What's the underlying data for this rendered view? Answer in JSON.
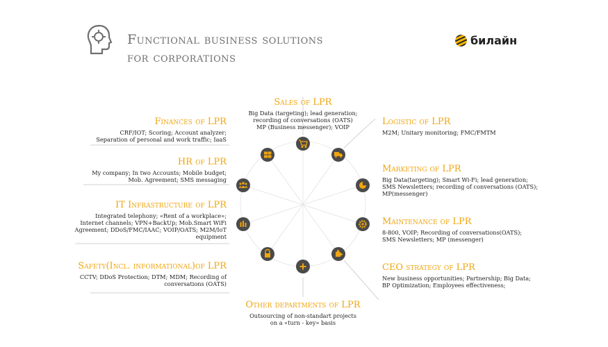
{
  "header": {
    "title_line1": "Functional business solutions",
    "title_line2": "for corporations",
    "brand": "билайн"
  },
  "colors": {
    "accent": "#f0a50f",
    "node": "#4a4a4a",
    "title": "#6f6f6f",
    "line": "#d2d2d2"
  },
  "sections": {
    "sales": {
      "title": "Sales of LPR",
      "line1": "Big Data (targeting);   lead generation;",
      "line2": "recording of conversations (OATS)",
      "line3": "MP (Business messenger);   VOIP"
    },
    "logistic": {
      "title": "Logistic of LPR",
      "line1": "M2M; Unitary monitoring; FMC/FMTM"
    },
    "finances": {
      "title": "Finances of LPR",
      "line1": "CRF/IOT;  Scoring; Account analyzer;",
      "line2": "Separation of personal and work traffic;   IaaS"
    },
    "hr": {
      "title": "HR of LPR",
      "line1": "My company;    In two Accounts;   Mobile budget;",
      "line2": "Mob. Agreement;   SMS messaging"
    },
    "marketing": {
      "title": "Marketing of LPR",
      "line1": "Big Data(targeting); Smart Wi-Fi; lead generation;",
      "line2": "SMS Newsletters; recording of conversations (OATS);",
      "line3": "MP(messenger)"
    },
    "it": {
      "title": "IT Infrastructure of LPR",
      "line1": "Integrated telephony; «Rent of a workplace»;",
      "line2": "Internet channels; VPN+BackUp; Mob.Smart WiFi",
      "line3": "Agreement; DDoS/FMC/IAAC; VOIP/OATS; M2M/IoT",
      "line4": "equipment"
    },
    "maintenance": {
      "title": "Maintenance of LPR",
      "line1": "8-800, VOIP;    Recording of conversations(OATS);",
      "line2": "SMS Newsletters; MP (messenger)"
    },
    "safety": {
      "title": "Safety(Incl. informational)of LPR",
      "line1": "CCTV; DDoS Protection; DTM; MDM; Recording of",
      "line2": "conversations (OATS)"
    },
    "ceo": {
      "title": "CEO strategy of LPR",
      "line1": "New business opportunities; Partnership; Big Data;",
      "line2": "BP Optimization; Employees effectiveness;"
    },
    "other": {
      "title": "Other departments of LPR",
      "line1": "Outsourcing of non-standart projects",
      "line2": "on a «turn - key» basis"
    }
  },
  "nodes": [
    {
      "name": "sales-node",
      "icon": "cart-icon"
    },
    {
      "name": "logistic-node",
      "icon": "truck-icon"
    },
    {
      "name": "marketing-node",
      "icon": "pie-chart-icon"
    },
    {
      "name": "maintenance-node",
      "icon": "gear-icon"
    },
    {
      "name": "ceo-node",
      "icon": "puzzle-icon"
    },
    {
      "name": "other-node",
      "icon": "plus-icon"
    },
    {
      "name": "safety-node",
      "icon": "lock-icon"
    },
    {
      "name": "it-node",
      "icon": "bar-chart-icon"
    },
    {
      "name": "hr-node",
      "icon": "people-icon"
    },
    {
      "name": "finances-node",
      "icon": "money-icon"
    }
  ]
}
